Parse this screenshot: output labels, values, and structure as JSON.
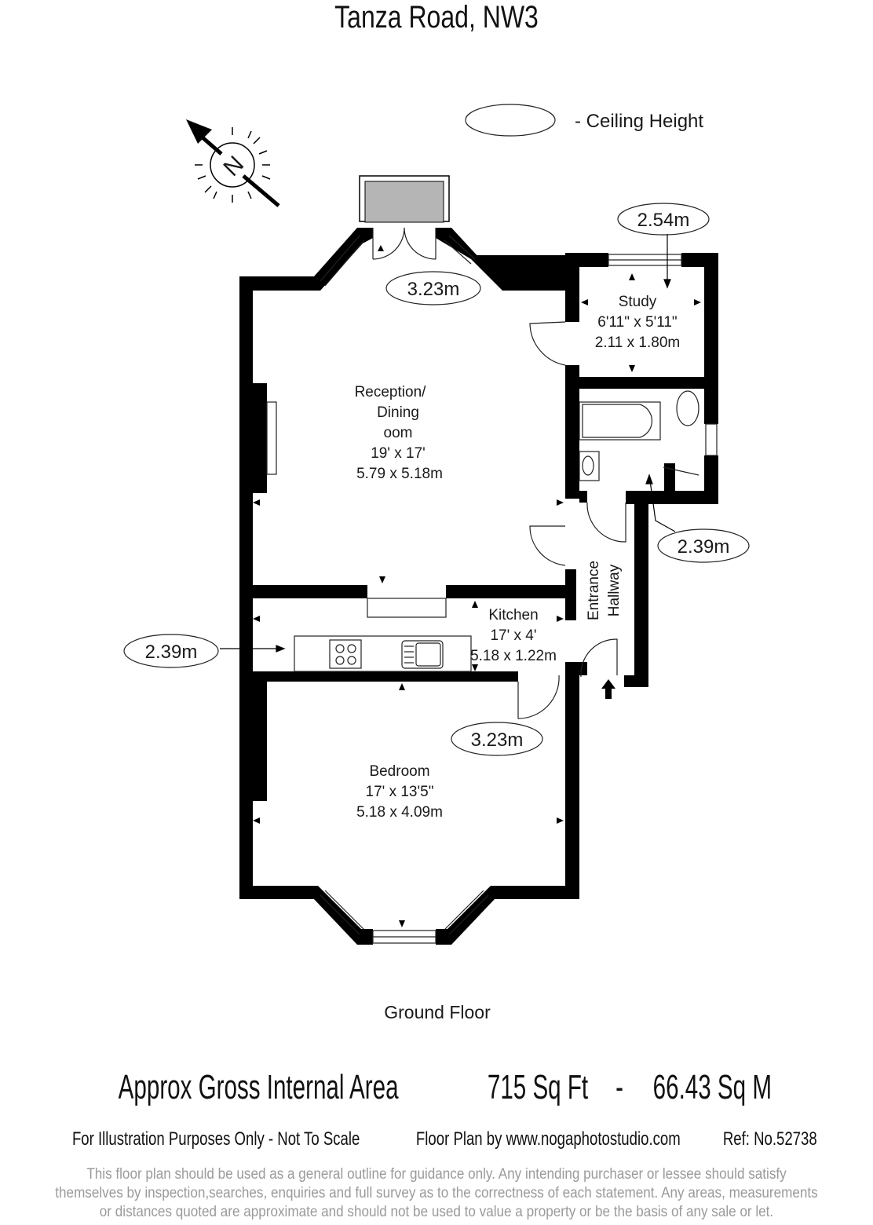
{
  "title": "Tanza Road, NW3",
  "legend": {
    "label": "- Ceiling Height"
  },
  "ceiling_heights": {
    "study": "2.54m",
    "reception": "3.23m",
    "bathroom": "2.39m",
    "kitchen": "2.39m",
    "bedroom": "3.23m"
  },
  "rooms": {
    "reception": {
      "name_1": "Reception/",
      "name_2": "Dining",
      "name_3": "oom",
      "imperial": "19' x 17'",
      "metric": "5.79 x 5.18m"
    },
    "study": {
      "name": "Study",
      "imperial": "6'11\" x 5'11\"",
      "metric": "2.11 x 1.80m"
    },
    "kitchen": {
      "name": "Kitchen",
      "imperial": "17' x 4'",
      "metric": "5.18 x 1.22m"
    },
    "hallway": {
      "name_1": "Entrance",
      "name_2": "Hallway"
    },
    "bedroom": {
      "name": "Bedroom",
      "imperial": "17' x 13'5\"",
      "metric": "5.18 x 4.09m"
    }
  },
  "compass": {
    "label": "N"
  },
  "floor_label": "Ground Floor",
  "area": {
    "label": "Approx Gross Internal Area",
    "sqft": "715 Sq Ft",
    "separator": "-",
    "sqm": "66.43 Sq M"
  },
  "footer": {
    "notice": "For Illustration Purposes Only - Not To Scale",
    "credit": "Floor Plan by www.nogaphotostudio.com",
    "ref": "Ref: No.52738",
    "disclaimer": [
      "This floor plan should be used as a general outline for guidance only. Any intending purchaser or lessee should satisfy",
      "themselves by inspection,searches, enquiries and full survey as to the correctness of each statement. Any areas, measurements",
      "or distances quoted are approximate and should not be used to value a property or be the basis of any sale or let."
    ]
  }
}
